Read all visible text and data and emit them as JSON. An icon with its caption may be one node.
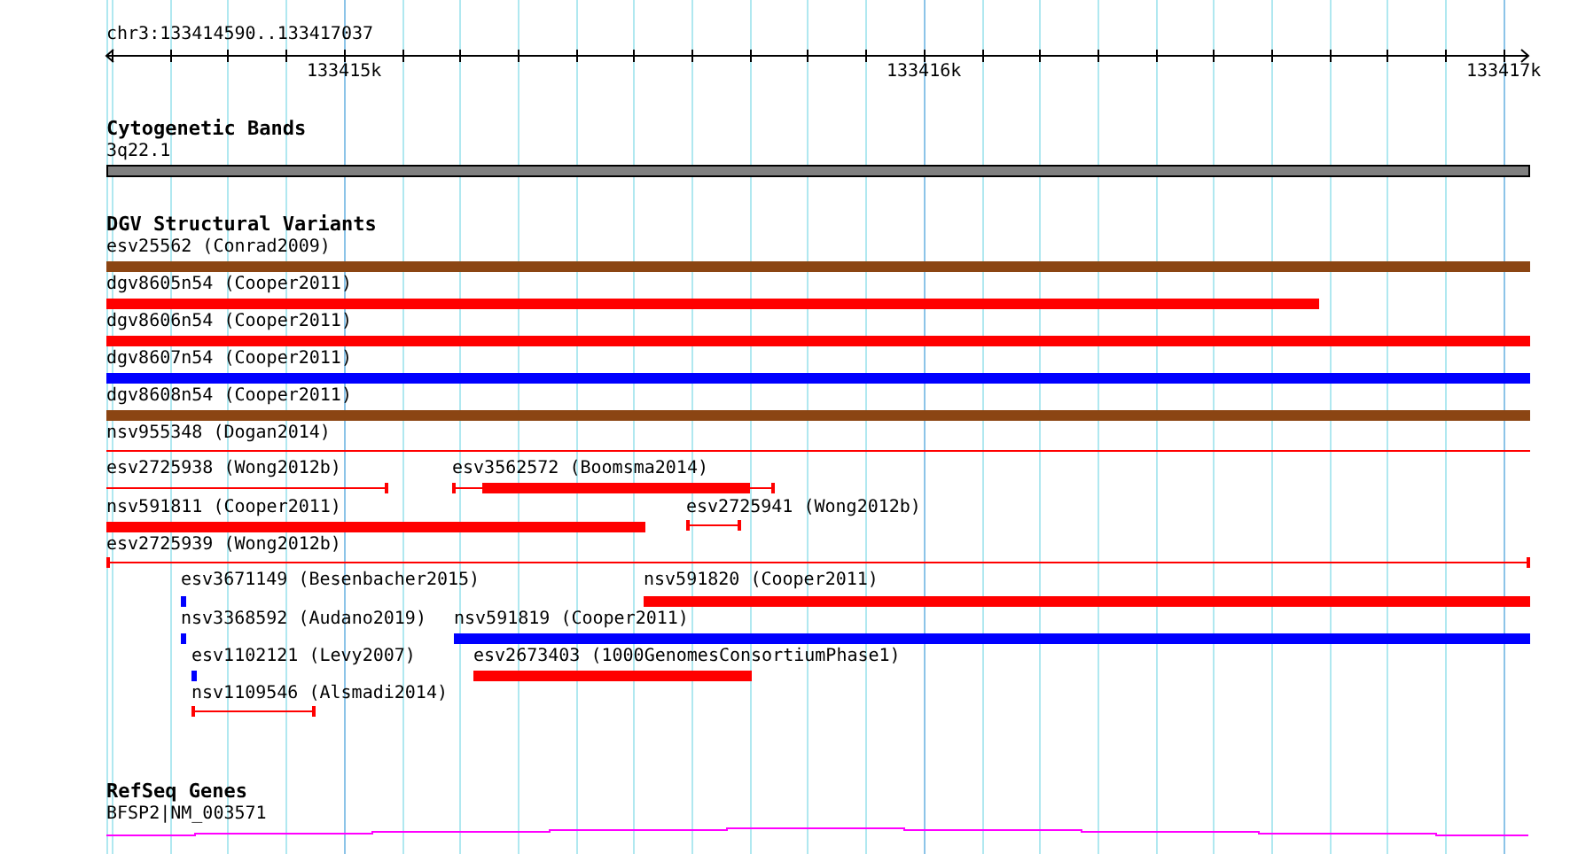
{
  "diagram": {
    "nodes": [
      {
        "text": [
          "3q22.1"
        ]
      },
      {
        "text": [
          "esv25562 (Conrad2009)"
        ]
      },
      {
        "text": [
          "dgv8605n54 (Cooper2011)"
        ]
      },
      {
        "text": [
          "dgv8606n54 (Cooper2011)"
        ]
      },
      {
        "text": [
          "dgv8607n54 (Cooper2011)"
        ]
      },
      {
        "text": [
          "dgv8608n54 (Cooper2011)"
        ]
      },
      {
        "text": [
          "nsv955348 (Dogan2014)"
        ]
      },
      {
        "text": [
          "esv2725938 (Wong2012b)"
        ]
      },
      {
        "text": [
          "esv3562572 (Boomsma2014)"
        ]
      },
      {
        "text": [
          "nsv591811 (Cooper2011)"
        ]
      },
      {
        "text": [
          "esv2725941 (Wong2012b)"
        ]
      },
      {
        "text": [
          "esv2725939 (Wong2012b)"
        ]
      },
      {
        "text": [
          "esv3671149 (Besenbacher2015)"
        ]
      },
      {
        "text": [
          "nsv591820 (Cooper2011)"
        ]
      },
      {
        "text": [
          "nsv3368592 (Audano2019)"
        ]
      },
      {
        "text": [
          "nsv591819 (Cooper2011)"
        ]
      },
      {
        "text": [
          "esv1102121 (Levy2007)"
        ]
      },
      {
        "text": [
          "esv2673403 (1000GenomesConsortiumPhase1)"
        ]
      },
      {
        "text": [
          "nsv1109546 (Alsmadi2014)"
        ]
      },
      {
        "text": [
          "BFSP2|NM_003571"
        ]
      }
    ],
    "labels": [
      "chr3:133414590..133417037",
      "133415k",
      "133416k",
      "133417k",
      "Cytogenetic Bands",
      "DGV Structural Variants",
      "RefSeq Genes"
    ]
  }
}
